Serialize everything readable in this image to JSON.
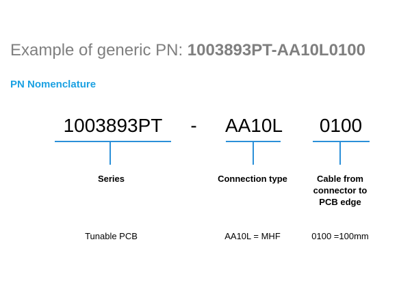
{
  "title": {
    "prefix": "Example of generic PN: ",
    "pn": "1003893PT-AA10L0100"
  },
  "subtitle": "PN Nomenclature",
  "separator": "-",
  "segments": [
    {
      "code": "1003893PT",
      "label": "Series",
      "description": "Tunable PCB"
    },
    {
      "code": "AA10L",
      "label": "Connection type",
      "description": "AA10L = MHF"
    },
    {
      "code": "0100",
      "label": "Cable from connector to PCB edge",
      "description": "0100 =100mm"
    }
  ],
  "colors": {
    "title": "#7f7f7f",
    "subtitle": "#1ba1e2",
    "bracket": "#2a8fd8"
  }
}
